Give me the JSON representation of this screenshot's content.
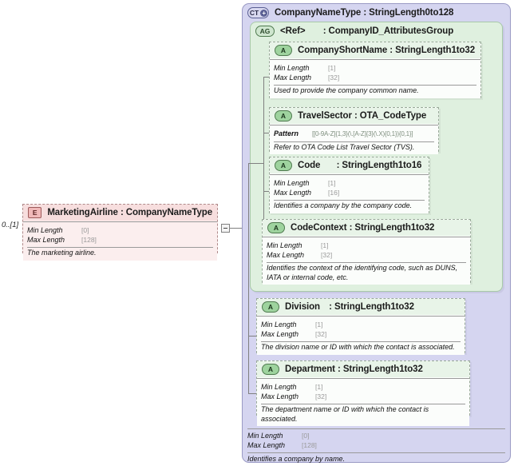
{
  "diagram": {
    "kind": "xsd-schema-diagram",
    "cardinality": "0..[1]"
  },
  "element": {
    "icon": "element-icon",
    "icon_label": "E",
    "name": "MarketingAirline",
    "separator": ":",
    "type": "CompanyNameType",
    "facets": [
      {
        "name": "Min Length",
        "value": "[0]"
      },
      {
        "name": "Max Length",
        "value": "[128]"
      }
    ],
    "description": "The marketing airline."
  },
  "complex_type": {
    "icon": "complextype-icon",
    "icon_label": "CT",
    "name": "CompanyNameType",
    "separator": ":",
    "type": "StringLength0to128",
    "facets": [
      {
        "name": "Min Length",
        "value": "[0]"
      },
      {
        "name": "Max Length",
        "value": "[128]"
      }
    ],
    "description": "Identifies a company by name."
  },
  "attribute_group": {
    "icon": "attributegroup-icon",
    "icon_label": "AG",
    "name": "<Ref>",
    "separator": ":",
    "type": "CompanyID_AttributesGroup",
    "attributes": [
      {
        "icon_label": "A",
        "name": "CompanyShortName",
        "separator": ":",
        "type": "StringLength1to32",
        "facets": [
          {
            "name": "Min Length",
            "value": "[1]"
          },
          {
            "name": "Max Length",
            "value": "[32]"
          }
        ],
        "description": "Used to provide the company common name."
      },
      {
        "icon_label": "A",
        "name": "TravelSector",
        "separator": ":",
        "type": "OTA_CodeType",
        "facets": [
          {
            "name": "Pattern",
            "value": "[[0-9A-Z]{1,3}(\\.[A-Z]{3}(\\.X){0,1}){0,1}]"
          }
        ],
        "description": "Refer to OTA Code List Travel Sector (TVS)."
      },
      {
        "icon_label": "A",
        "name": "Code",
        "separator": ":",
        "type": "StringLength1to16",
        "facets": [
          {
            "name": "Min Length",
            "value": "[1]"
          },
          {
            "name": "Max Length",
            "value": "[16]"
          }
        ],
        "description": "Identifies a company by the company code."
      },
      {
        "icon_label": "A",
        "name": "CodeContext",
        "separator": ":",
        "type": "StringLength1to32",
        "facets": [
          {
            "name": "Min Length",
            "value": "[1]"
          },
          {
            "name": "Max Length",
            "value": "[32]"
          }
        ],
        "description": "Identifies the context of the identifying code, such as DUNS, IATA or internal code, etc."
      }
    ]
  },
  "own_attributes": [
    {
      "icon_label": "A",
      "name": "Division",
      "separator": ":",
      "type": "StringLength1to32",
      "facets": [
        {
          "name": "Min Length",
          "value": "[1]"
        },
        {
          "name": "Max Length",
          "value": "[32]"
        }
      ],
      "description": "The division name or ID with which the contact is associated."
    },
    {
      "icon_label": "A",
      "name": "Department",
      "separator": ":",
      "type": "StringLength1to32",
      "facets": [
        {
          "name": "Min Length",
          "value": "[1]"
        },
        {
          "name": "Max Length",
          "value": "[32]"
        }
      ],
      "description": "The department name or ID with which the contact is associated."
    }
  ]
}
